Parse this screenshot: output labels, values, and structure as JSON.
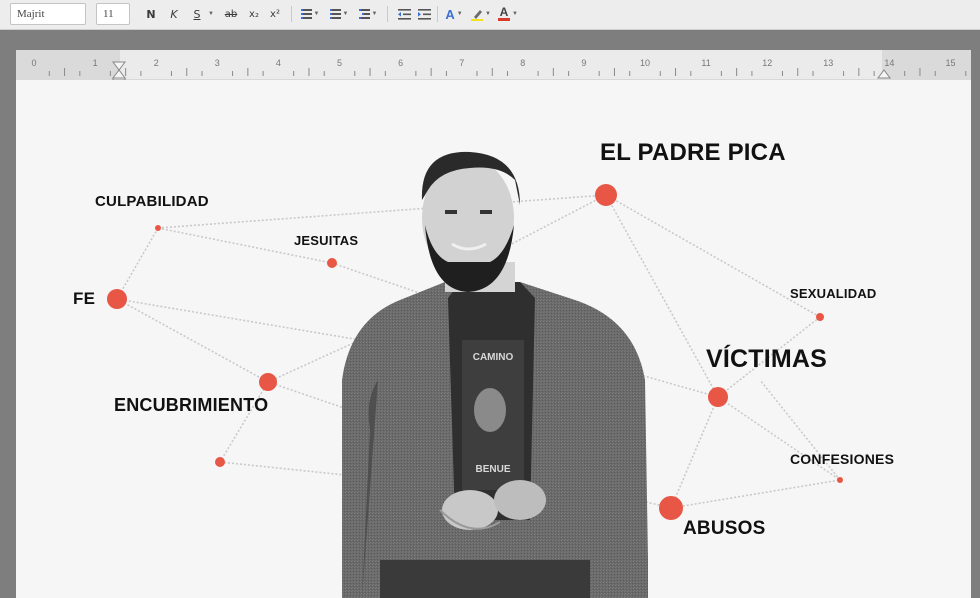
{
  "toolbar": {
    "font_name": "Majrit",
    "font_size": "11",
    "bold": "N",
    "italic": "K",
    "underline": "S",
    "strike": "ab",
    "subscript": "x₂",
    "superscript": "x²",
    "font_color_glyph": "A",
    "text_color_glyph": "A",
    "accent_color": "#3b6fd6",
    "highlight_color": "#f3e11c",
    "font_color": "#d93a2b"
  },
  "ruler": {
    "numbers": [
      "0",
      "1",
      "2",
      "3",
      "4",
      "5",
      "6",
      "7",
      "8",
      "9",
      "10",
      "11",
      "12",
      "13",
      "14",
      "15"
    ]
  },
  "document": {
    "node_color": "#e85746",
    "labels": {
      "padre_pica": "EL PADRE PICA",
      "culpabilidad": "CULPABILIDAD",
      "jesuitas": "JESUITAS",
      "sexualidad": "SEXUALIDAD",
      "fe": "FE",
      "victimas": "VÍCTIMAS",
      "encubrimiento": "ENCUBRIMIENTO",
      "confesiones": "CONFESIONES",
      "abusos": "ABUSOS"
    },
    "shirt_text_top": "CAMINO",
    "shirt_text_bottom": "BENUE"
  }
}
